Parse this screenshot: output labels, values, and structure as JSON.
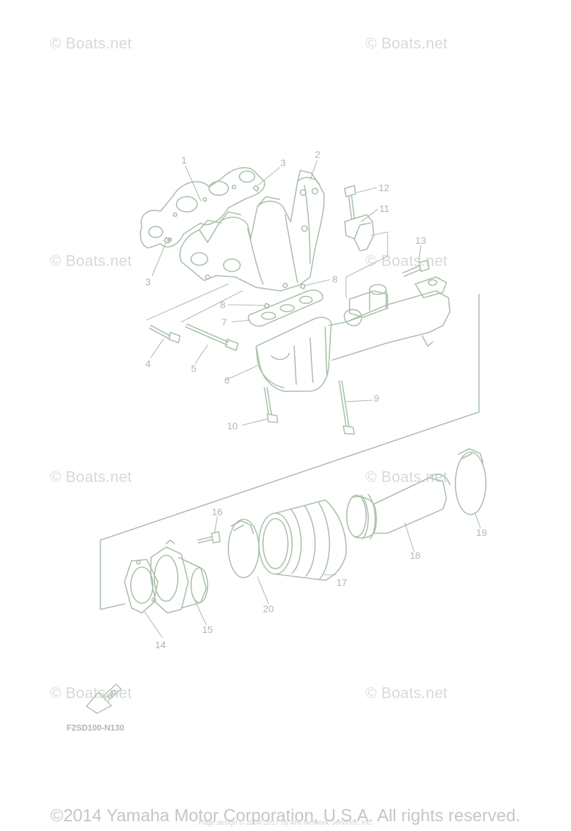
{
  "watermark": "© Boats.net",
  "part_code": "F2SD100-N130",
  "fwd_label": "FWD",
  "callouts": [
    "1",
    "2",
    "3",
    "3",
    "4",
    "5",
    "6",
    "7",
    "8",
    "8",
    "9",
    "10",
    "11",
    "12",
    "13",
    "14",
    "15",
    "16",
    "17",
    "18",
    "19",
    "20"
  ],
  "footer": {
    "copyright": "©2014 Yamaha Motor Corporation, U.S.A. All rights reserved.",
    "credit": "Page design © 2004-2017 by ARI Network Services, Inc."
  },
  "colors": {
    "line": "#a9c0a9",
    "label": "#b4b4b4",
    "watermark": "#d6dad6"
  }
}
